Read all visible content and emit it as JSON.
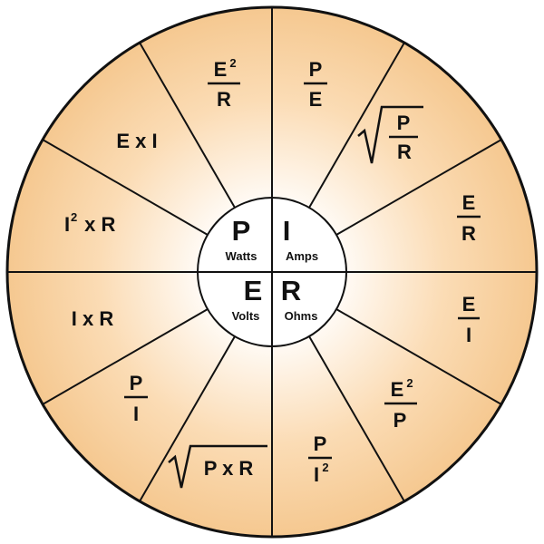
{
  "center": {
    "power": {
      "letter": "P",
      "unit": "Watts"
    },
    "current": {
      "letter": "I",
      "unit": "Amps"
    },
    "voltage": {
      "letter": "E",
      "unit": "Volts"
    },
    "resistance": {
      "letter": "R",
      "unit": "Ohms"
    }
  },
  "segments": {
    "e_squared_over_r_num": "E",
    "e_squared_over_r_sup": "2",
    "e_squared_over_r_den": "R",
    "p_over_e_num": "P",
    "p_over_e_den": "E",
    "sqrt_p_over_r_num": "P",
    "sqrt_p_over_r_den": "R",
    "e_over_r_num": "E",
    "e_over_r_den": "R",
    "e_over_i_num": "E",
    "e_over_i_den": "I",
    "e_squared_over_p_num": "E",
    "e_squared_over_p_sup": "2",
    "e_squared_over_p_den": "P",
    "p_over_i_squared_num": "P",
    "p_over_i_squared_den": "I",
    "p_over_i_squared_sup": "2",
    "sqrt_p_times_r": "P x R",
    "p_over_i_num": "P",
    "p_over_i_den": "I",
    "i_times_r": "I x R",
    "i_squared_times_r_base": "I",
    "i_squared_times_r_sup": "2",
    "i_squared_times_r_rest": " x R",
    "e_times_i": "E x I"
  },
  "colors": {
    "outer_fill": "#f5c890",
    "inner_glow": "#ffffff",
    "stroke": "#111111",
    "text": "#111111"
  }
}
